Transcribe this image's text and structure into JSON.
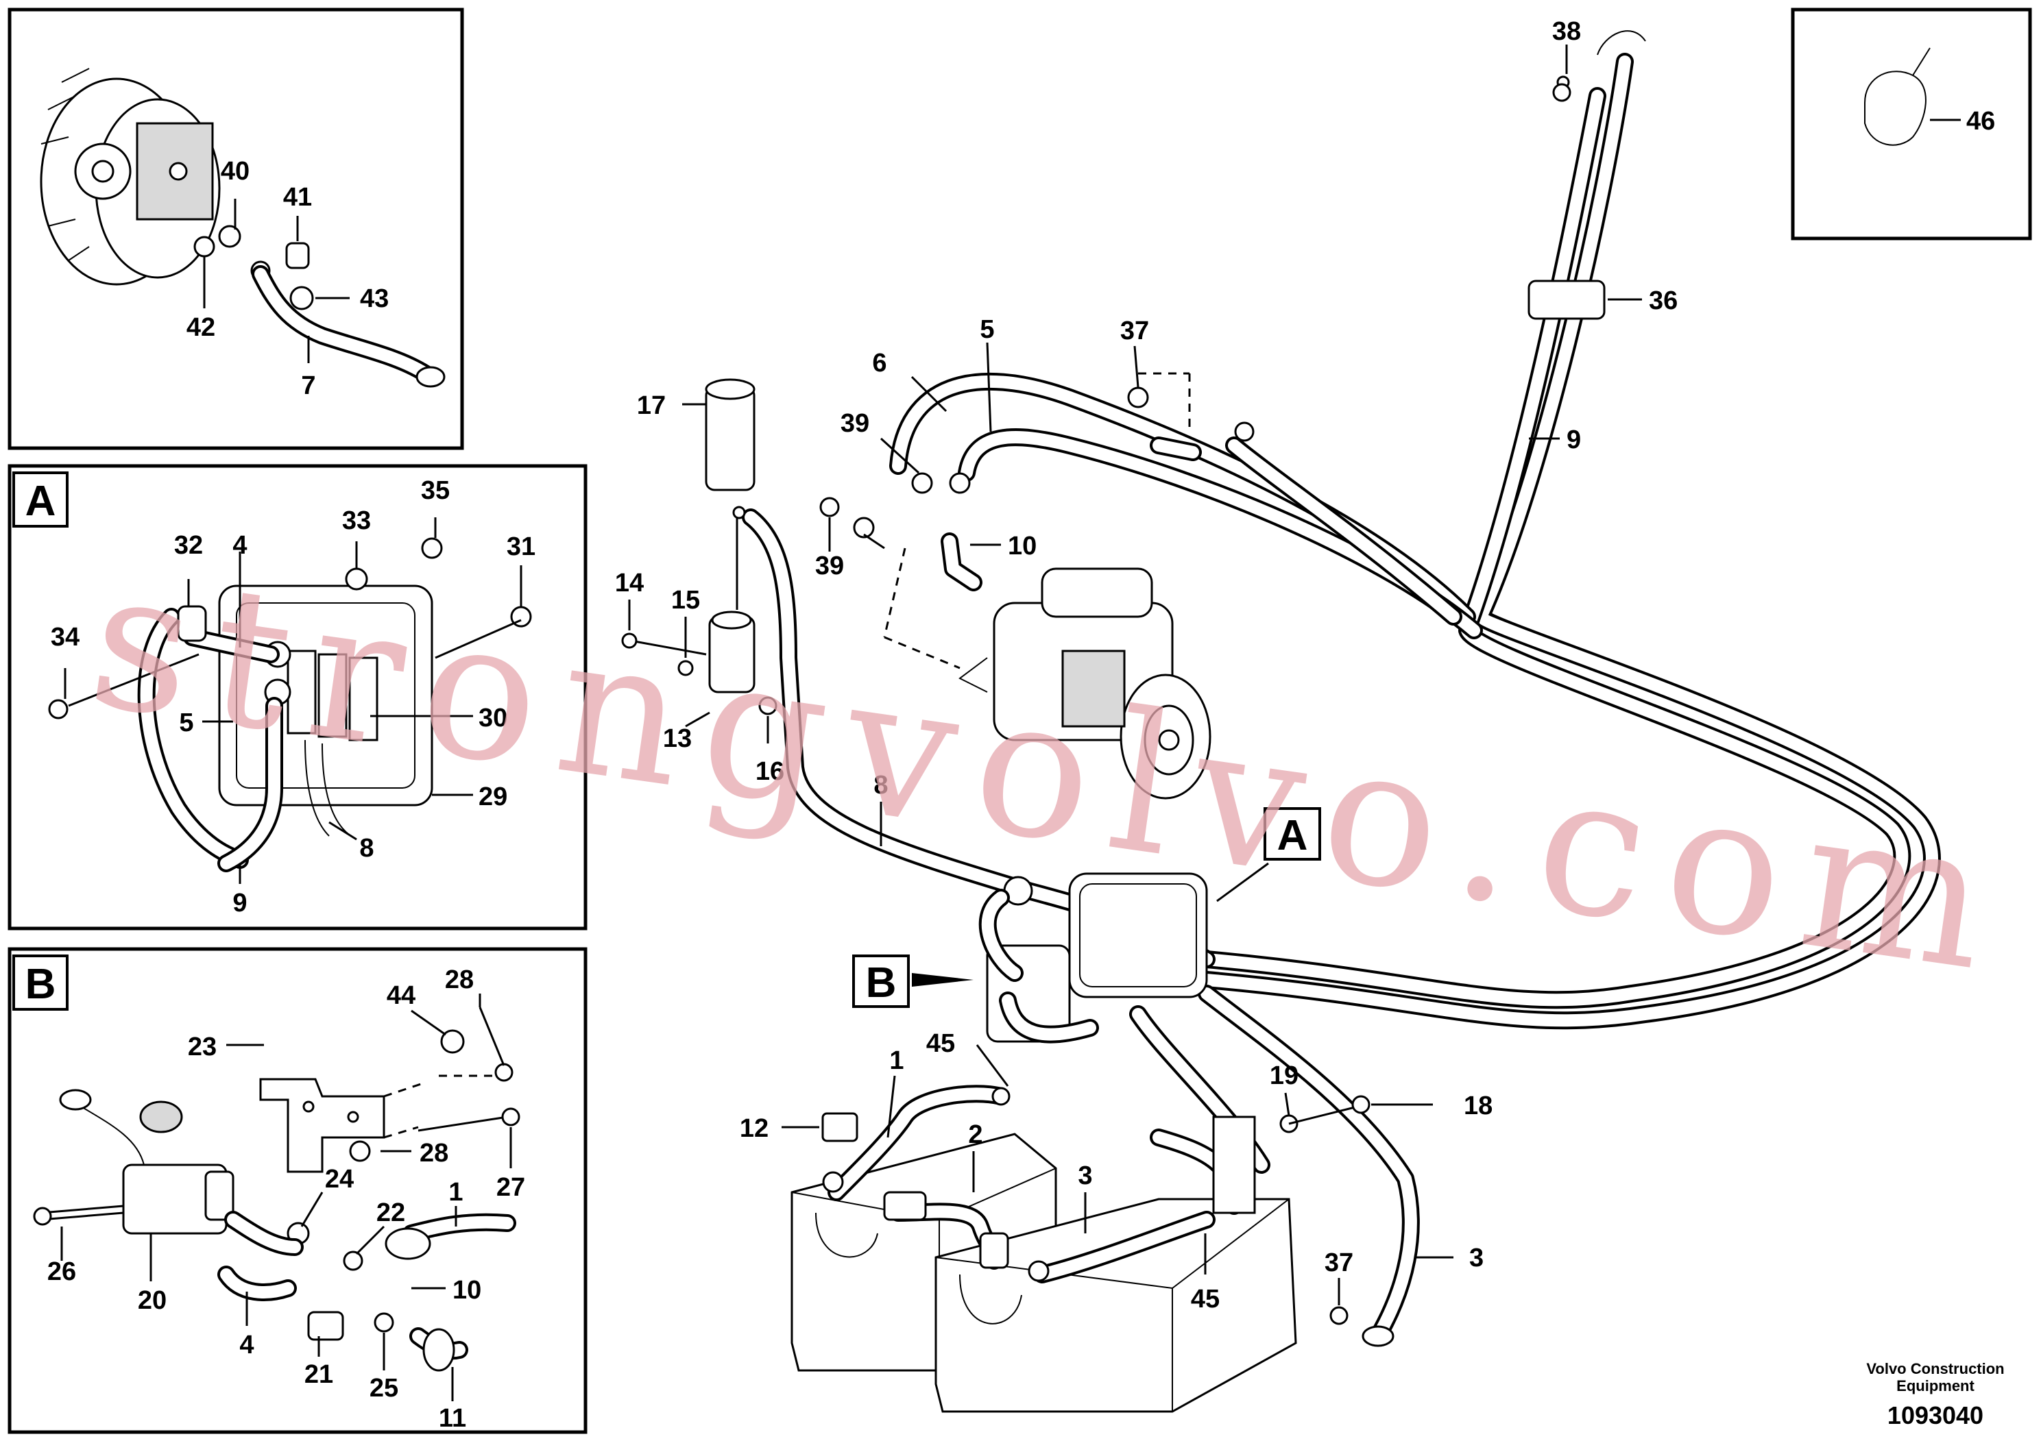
{
  "labels": {
    "top_inset": [
      "40",
      "41",
      "42",
      "43",
      "7"
    ],
    "panel_a": [
      "32",
      "4",
      "33",
      "35",
      "31",
      "34",
      "5",
      "30",
      "29",
      "8",
      "9"
    ],
    "panel_b": [
      "44",
      "28",
      "23",
      "27",
      "28",
      "24",
      "22",
      "1",
      "26",
      "20",
      "10",
      "4",
      "21",
      "25",
      "11"
    ],
    "main": [
      "38",
      "36",
      "9",
      "37",
      "5",
      "6",
      "17",
      "39",
      "39",
      "10",
      "14",
      "15",
      "13",
      "16",
      "8",
      "45",
      "1",
      "12",
      "2",
      "3",
      "45",
      "19",
      "18",
      "37",
      "3"
    ],
    "clip_inset": [
      "46"
    ]
  },
  "panel_letters": {
    "a": "A",
    "b": "B",
    "callout_a": "A",
    "callout_b": "B"
  },
  "watermark": "strongvolvo.com",
  "footer": {
    "company_line1": "Volvo Construction",
    "company_line2": "Equipment",
    "drawing_number": "1093040"
  },
  "colors": {
    "ink": "#000000",
    "watermark": "#e6a7ad",
    "paper": "#ffffff"
  }
}
